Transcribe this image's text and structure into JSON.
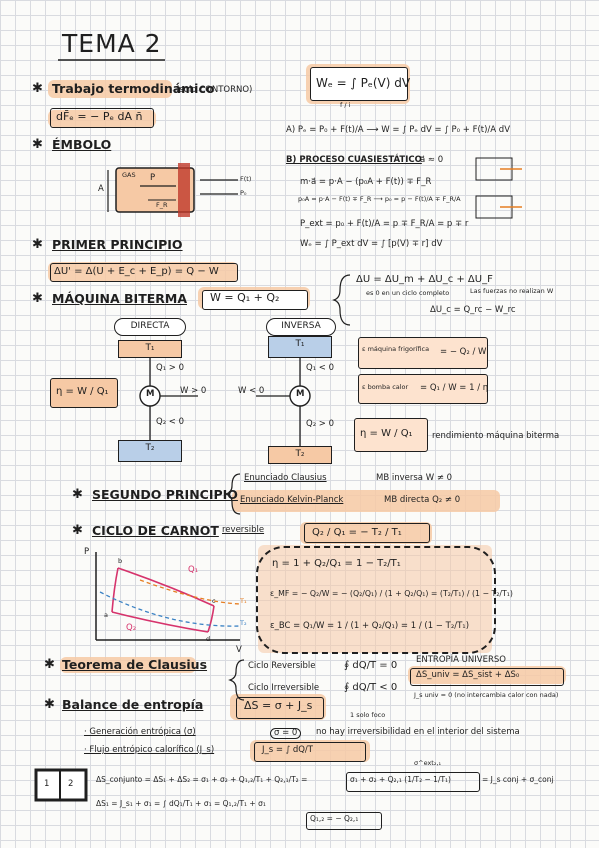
{
  "title": "TEMA 2",
  "trabajo": {
    "heading": "Trabajo termodinámico",
    "note": "(solo CONTORNO)",
    "formula_box": "Wₑ = ∫ Pₑ(V) dV",
    "limits": "f / i",
    "df": "dF̄ₑ = − Pₑ dA n̄"
  },
  "embolo": {
    "heading": "ÉMBOLO",
    "gas": "GAS",
    "p": "P",
    "fr": "F_R",
    "a": "A",
    "ft": "F(t)",
    "pe": "P₀",
    "case_a": "A) Pₑ = P₀ + F(t)/A  ⟶  W = ∫ Pₑ dV = ∫ P₀ + F(t)/A dV",
    "case_b_title": "B) PROCESO CUASIESTÁTICO",
    "case_b_note": "a⃗ ≈ 0",
    "eq1": "m·a⃗ = p·A − (p₀A + F(t)) ∓ F_R",
    "eq2": "p₀A = p·A − F(t) ∓ F_R ⟶ p₀ = p − F(t)/A ∓ F_R/A",
    "eq3": "P_ext = p₀ + F(t)/A = p ∓ F_R/A = p ∓ r",
    "eq4": "Wₑ = ∫ P_ext dV = ∫ [p(V) ∓ r] dV"
  },
  "primer": {
    "heading": "PRIMER PRINCIPIO",
    "formula": "ΔU' = Δ(U + E_c + E_p) = Q − W",
    "du": "ΔU = ΔU_m + ΔU_c + ΔU_F",
    "ciclo_note": "es 0 en un ciclo completo",
    "fuerzas_note": "Las fuerzas no realizan W",
    "duc": "ΔU_c = Q_rc − W_rc"
  },
  "maquina": {
    "heading": "MÁQUINA BITERMA",
    "formula": "W = Q₁ + Q₂",
    "directa": "DIRECTA",
    "inversa": "INVERSA",
    "t1": "T₁",
    "t2": "T₂",
    "q1_pos": "Q₁ > 0",
    "q2_neg": "Q₂ < 0",
    "w_pos": "W > 0",
    "w_neg": "W < 0",
    "q1_neg": "Q₁ < 0",
    "q2_pos": "Q₂ > 0",
    "m": "M",
    "eta": "η = W / Q₁",
    "emf_label": "ε máquina frigorífica",
    "emf": "= − Q₂ / W",
    "ebc_label": "ε bomba calor",
    "ebc": "= Q₁ / W = 1 / η",
    "eta_box": "η = W / Q₁",
    "rend": "rendimiento máquina biterma"
  },
  "segundo": {
    "heading": "SEGUNDO PRINCIPIO",
    "clausius": "Enunciado Clausius",
    "clausius_res": "MB inversa  W ≠ 0",
    "kelvin": "Enunciado Kelvin-Planck",
    "kelvin_res": "MB directa  Q₂ ≠ 0"
  },
  "carnot": {
    "heading": "CICLO DE CARNOT",
    "rev": "reversible",
    "ratio": "Q₂ / Q₁ = − T₂ / T₁",
    "eta": "η = 1 + Q₂/Q₁ = 1 − T₂/T₁",
    "emf": "ε_MF = − Q₂/W = − (Q₂/Q₁) / (1 + Q₂/Q₁) = (T₂/T₁) / (1 − T₂/T₁)",
    "ebc": "ε_BC = Q₁/W = 1 / (1 + Q₂/Q₁) = 1 / (1 − T₂/T₁)",
    "p": "P",
    "v": "V",
    "a": "a",
    "b": "b",
    "c": "c",
    "d": "d",
    "q1": "Q₁",
    "q2": "Q₂",
    "t1": "T₁",
    "t2": "T₂"
  },
  "clausius": {
    "heading": "Teorema de Clausius",
    "rev": "Ciclo Reversible",
    "rev_f": "∮ dQ/T = 0",
    "irr": "Ciclo Irreversible",
    "irr_f": "∮ dQ/T < 0",
    "universo_title": "ENTROPÍA UNIVERSO",
    "universo_f": "ΔS_univ = ΔS_sist + ΔS₀",
    "universo_note": "J_s univ = 0 (no intercambia calor con nada)"
  },
  "balance": {
    "heading": "Balance de entropía",
    "formula": "ΔS = σ + J_s",
    "foco": "1 solo foco",
    "gen": "· Generación entrópica (σ)",
    "gen_circle": "σ = 0",
    "gen_note": "no hay irreversibilidad en el interior del sistema",
    "flujo": "· Flujo entrópico calorífico (J_s)",
    "flujo_f": "J_s = ∫ dQ/T",
    "sig_ext": "σ^ext₂,₁",
    "conj": "ΔS_conjunto = ΔS₁ + ΔS₂ = σ₁ + σ₂ + Q₁,₂/T₁ + Q₂,₁/T₂ =",
    "conj_box": "σ₁ + σ₂ + Q₂,₁ (1/T₂ − 1/T₁)",
    "conj_end": "= J_s conj + σ_conj",
    "s1": "ΔS₁ = J_s₁ + σ₁ = ∫ dQ₁/T₁ + σ₁ = Q₁,₂/T₁ + σ₁",
    "q12": "Q₁,₂ = − Q₂,₁",
    "wall1": "1",
    "wall2": "2"
  }
}
